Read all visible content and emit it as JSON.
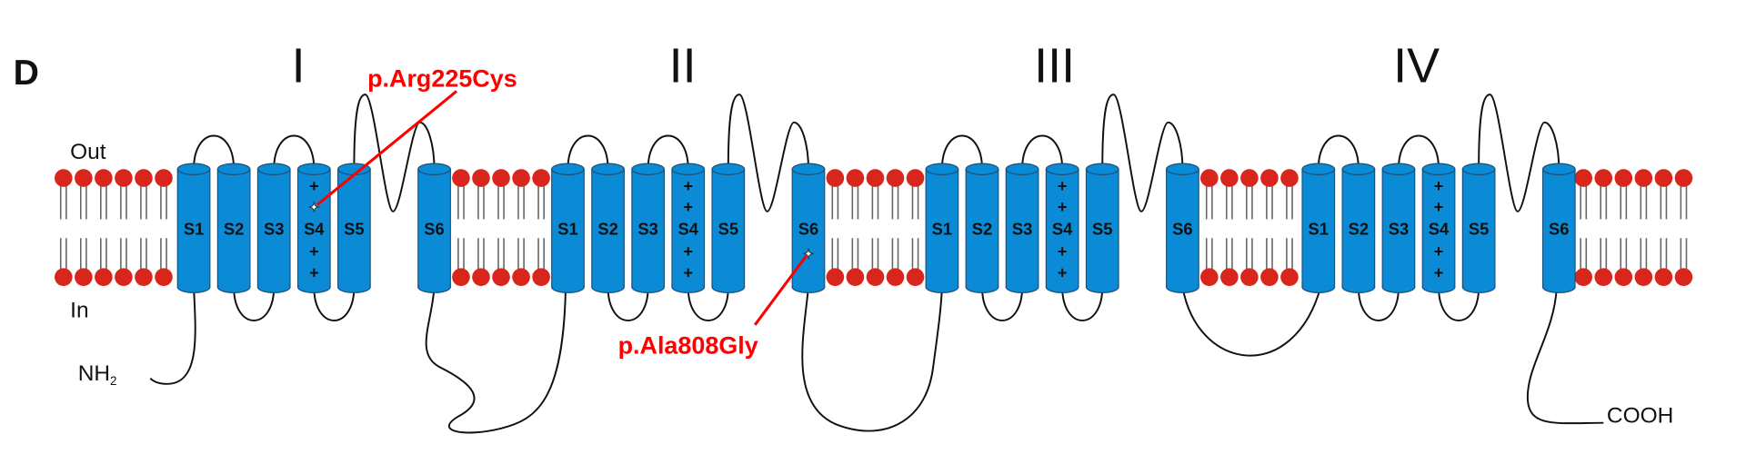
{
  "panel_label": "D",
  "domains": [
    {
      "numeral": "I",
      "segments": [
        "S1",
        "S2",
        "S3",
        "S4",
        "S5",
        "S6"
      ]
    },
    {
      "numeral": "II",
      "segments": [
        "S1",
        "S2",
        "S3",
        "S4",
        "S5",
        "S6"
      ]
    },
    {
      "numeral": "III",
      "segments": [
        "S1",
        "S2",
        "S3",
        "S4",
        "S5",
        "S6"
      ]
    },
    {
      "numeral": "IV",
      "segments": [
        "S1",
        "S2",
        "S3",
        "S4",
        "S5",
        "S6"
      ]
    }
  ],
  "sides": {
    "out": "Out",
    "in": "In"
  },
  "termini": {
    "n": "NH",
    "n_sub": "2",
    "c": "COOH"
  },
  "mutations": [
    {
      "label": "p.Arg225Cys",
      "domain": "I",
      "segment": "S4"
    },
    {
      "label": "p.Ala808Gly",
      "domain": "II",
      "segment": "S6"
    }
  ],
  "charge_symbol": "+",
  "colors": {
    "helix": "#0b8ad6",
    "helix_stroke": "#1d4f78",
    "lipid_head": "#d9261c",
    "mutation": "#ff0000"
  }
}
